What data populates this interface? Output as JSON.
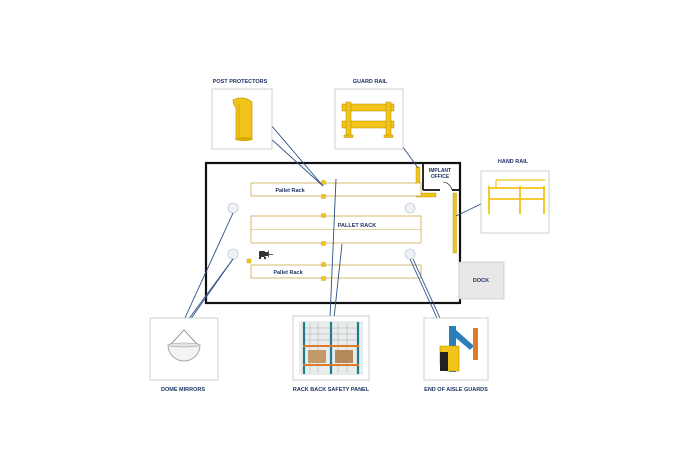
{
  "racks": {
    "top": "Pallet Rack",
    "middle": "PALLET RACK",
    "bottom": "Pallet Rack"
  },
  "rooms": {
    "implant_office": "IMPLANT OFFICE",
    "dock": "DOCK"
  },
  "callouts": {
    "post_protectors": "POST PROTECTORS",
    "guard_rail": "GUARD RAIL",
    "hand_rail": "HAND RAIL",
    "dome_mirrors": "DOME MIRRORS",
    "rack_back_safety_panel": "RACK BACK SAFETY PANEL",
    "end_of_aisle_guards": "END OF AISLE GUARDS"
  },
  "colors": {
    "label_text": "#1f3464",
    "safety_yellow": "#f2c318",
    "rack_blue": "#2a7fb8",
    "rack_orange": "#e07a26",
    "outline": "#111111",
    "connector": "#2b4f86"
  }
}
